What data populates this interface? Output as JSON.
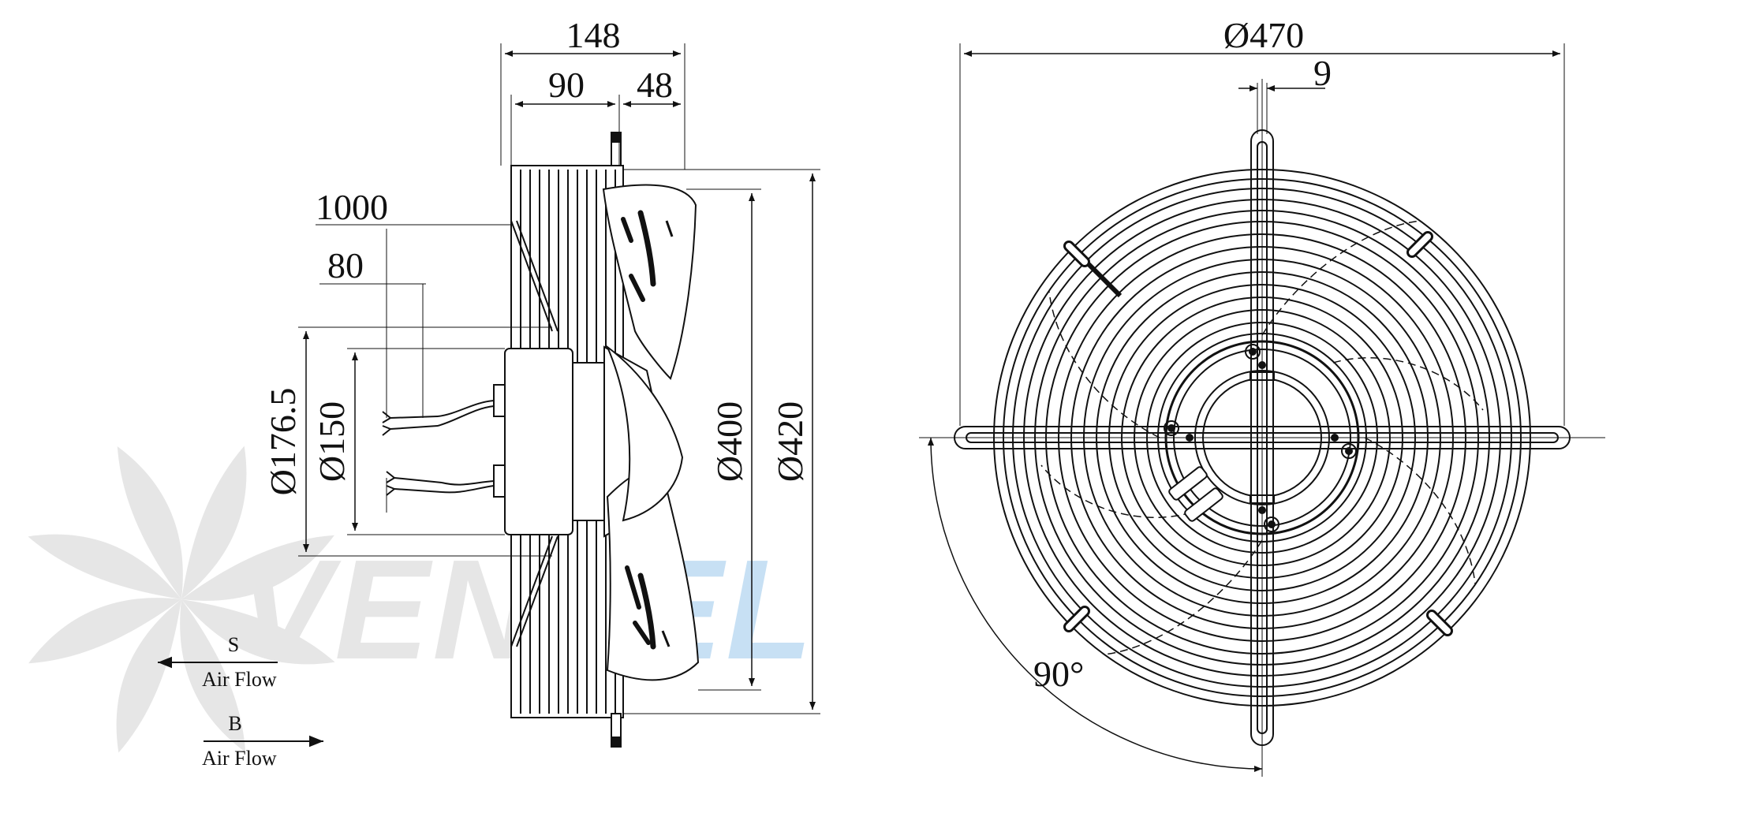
{
  "colors": {
    "line": "#111111",
    "watermark_gray": "#e6e6e6",
    "watermark_blue": "#c7e0f4"
  },
  "side_view": {
    "dim_total_depth": "148",
    "dim_housing_depth": "90",
    "dim_blade_depth": "48",
    "dim_cable_length": "1000",
    "dim_cable_strip": "80",
    "dim_motor_mount": "Ø176.5",
    "dim_motor_dia": "Ø150",
    "dim_blade_dia": "Ø400",
    "dim_guard_dia": "Ø420"
  },
  "front_view": {
    "dim_overall_dia": "Ø470",
    "dim_slot_width": "9",
    "dim_angle": "90°"
  },
  "airflow": {
    "s_letter": "S",
    "s_label": "Air Flow",
    "b_letter": "B",
    "b_label": "Air Flow"
  },
  "watermark": {
    "text_gray": "VENT",
    "text_blue": "EL"
  }
}
